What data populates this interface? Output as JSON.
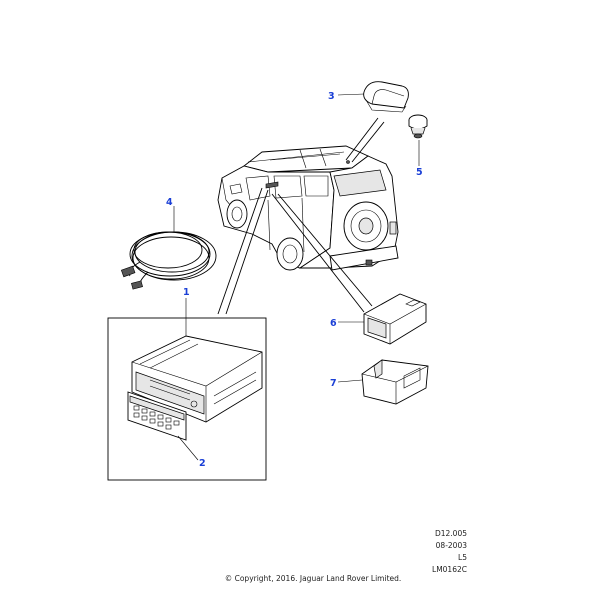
{
  "callouts": [
    {
      "label": "1"
    },
    {
      "label": "2"
    },
    {
      "label": "3"
    },
    {
      "label": "4"
    },
    {
      "label": "5"
    },
    {
      "label": "6"
    },
    {
      "label": "7"
    }
  ],
  "footer": {
    "ref_code": "D12.005",
    "date": "08-2003",
    "level": "L5",
    "illustration_id": "LM0162C",
    "copyright": "© Copyright, 2016. Jaguar Land Rover Limited."
  },
  "colors": {
    "callout": "#1a3fd6",
    "line": "#000000"
  }
}
